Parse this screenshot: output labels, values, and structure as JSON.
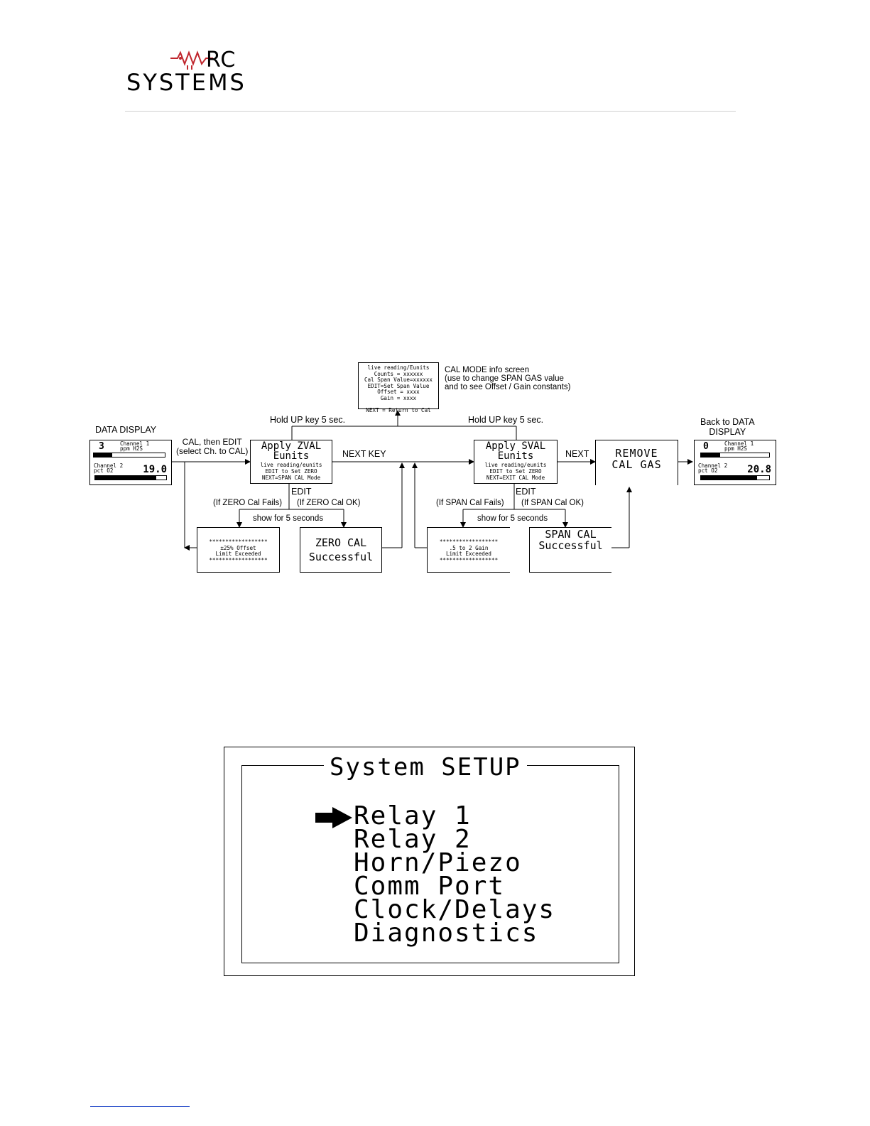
{
  "logo": {
    "rc": "RC",
    "systems": "SYSTEMS"
  },
  "flow": {
    "info_screen": {
      "lines": [
        "live reading/Eunits",
        "Counts  = xxxxxx",
        "Cal Span Value=xxxxxx",
        "EDIT=Set Span Value",
        "Offset = xxxx",
        "Gain = xxxx",
        "",
        "NEXT = Return to Cal"
      ],
      "note": [
        "CAL MODE info screen",
        "(use to change SPAN GAS value",
        "and to see Offset / Gain constants)"
      ]
    },
    "hold_up_left": "Hold UP key 5 sec.",
    "hold_up_right": "Hold UP key 5 sec.",
    "data_display_title": "DATA DISPLAY",
    "cal_then_edit": [
      "CAL, then EDIT",
      "(select Ch. to CAL)"
    ],
    "next_key": "NEXT KEY",
    "next": "NEXT",
    "back_title": [
      "Back to DATA",
      "DISPLAY"
    ],
    "data_display_left": {
      "num": "3",
      "ch1": "Channel 1",
      "unit1": "ppm H2S",
      "ch2": "Channel 2",
      "unit2": "pct O2",
      "value": "19.0"
    },
    "data_display_right": {
      "num": "0",
      "ch1": "Channel 1",
      "unit1": "ppm H2S",
      "ch2": "Channel 2",
      "unit2": "pct O2",
      "value": "20.8"
    },
    "zval": {
      "title": "Apply ZVAL",
      "unit": "Eunits",
      "l1": "live reading/eunits",
      "l2": "EDIT to Set ZERO",
      "l3": "NEXT=SPAN CAL Mode"
    },
    "sval": {
      "title": "Apply SVAL",
      "unit": "Eunits",
      "l1": "live reading/eunits",
      "l2": "EDIT to Set ZERO",
      "l3": "NEXT=EXIT CAL Mode"
    },
    "remove": [
      "REMOVE",
      "CAL GAS"
    ],
    "edit_left": "EDIT",
    "edit_right": "EDIT",
    "zero_fail": "(If ZERO Cal Fails)",
    "zero_ok": "(If ZERO Cal OK)",
    "span_fail": "(If SPAN Cal Fails)",
    "span_ok": "(If SPAN Cal OK)",
    "show5_left": "show for 5 seconds",
    "show5_right": "show for 5 seconds",
    "zero_err": [
      "******************",
      "±25% Offset",
      "Limit Exceeded",
      "******************"
    ],
    "zero_success": [
      "ZERO CAL",
      "Successful"
    ],
    "span_err": [
      "******************",
      ".5 to 2 Gain",
      "Limit Exceeded",
      "******************"
    ],
    "span_success": [
      "SPAN CAL",
      "Successful"
    ]
  },
  "setup": {
    "title": "System SETUP",
    "items": [
      "Relay 1",
      "Relay 2",
      "Horn/Piezo",
      "Comm Port",
      "Clock/Delays",
      "Diagnostics"
    ]
  }
}
